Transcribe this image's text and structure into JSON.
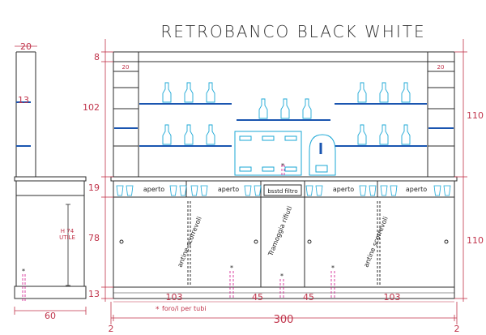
{
  "title": "RETROBANCO BLACK WHITE",
  "side": {
    "top_width": "20",
    "shelf_height": "13",
    "depth": "60",
    "usable_height": "H 74",
    "usable_label": "UTILE"
  },
  "left_dims": [
    "8",
    "102",
    "19",
    "78",
    "13"
  ],
  "right_dims": [
    "110",
    "110"
  ],
  "corner_left": "20",
  "corner_right": "20",
  "bottom": {
    "total": "300",
    "edge_left": "2",
    "edge_right": "2",
    "segments": [
      "103",
      "45",
      "45",
      "103"
    ],
    "note_marker": "*",
    "note": "foro/i per tubi"
  },
  "counter_labels": [
    "aperto",
    "aperto",
    "aperto",
    "aperto"
  ],
  "filter_label": "bsstd filtro",
  "door_labels": [
    "antine scorrevoli",
    "Tramoggia rifiuti",
    "antine scorrevoli"
  ],
  "colors": {
    "structure": "#2b2b2b",
    "glass": "#1aa7d6",
    "dimension": "#c0334a",
    "pipe": "#d2148c"
  }
}
